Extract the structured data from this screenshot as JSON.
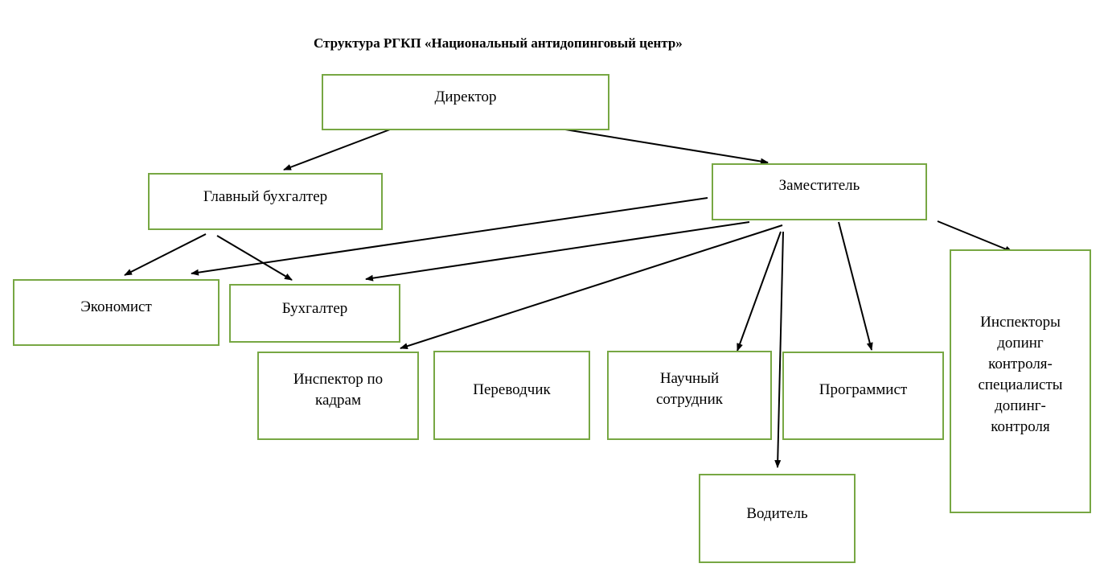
{
  "title": "Структура РГКП «Национальный антидопинговый центр»",
  "nodes": {
    "director": "Директор",
    "chief_accountant": "Главный бухгалтер",
    "deputy": "Заместитель",
    "economist": "Экономист",
    "accountant": "Бухгалтер",
    "hr_inspector": "Инспектор по кадрам",
    "translator": "Переводчик",
    "researcher": "Научный сотрудник",
    "programmer": "Программист",
    "doping_inspectors": "Инспекторы допинг контроля-специалисты допинг-контроля",
    "driver": "Водитель"
  },
  "colors": {
    "box_border": "#77a743",
    "arrow": "#000000"
  }
}
